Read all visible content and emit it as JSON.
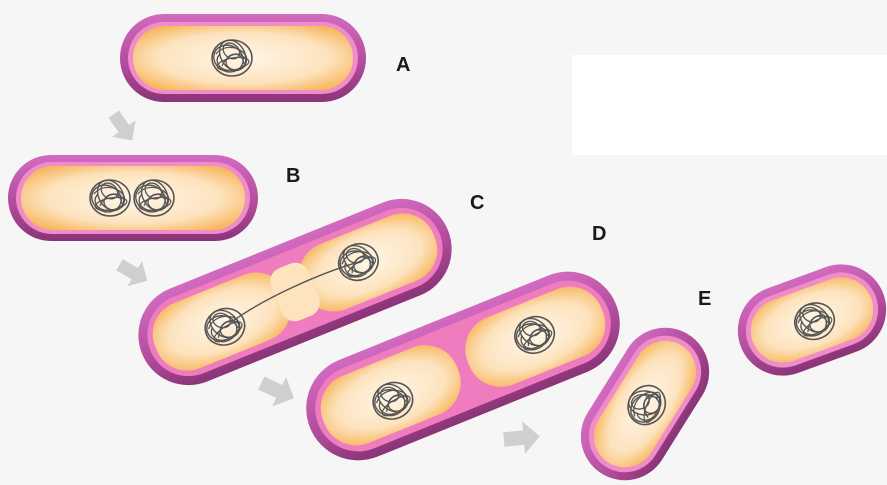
{
  "diagram": {
    "stage_labels": {
      "a": "A",
      "b": "B",
      "c": "C",
      "d": "D",
      "e": "E"
    },
    "colors": {
      "background": "#f6f6f6",
      "cell_wall": "#b04a9a",
      "cell_membrane": "#ee66b8",
      "cytoplasm": "#fde7c8",
      "chromosome": "#555555",
      "arrow": "#cccccc"
    }
  }
}
